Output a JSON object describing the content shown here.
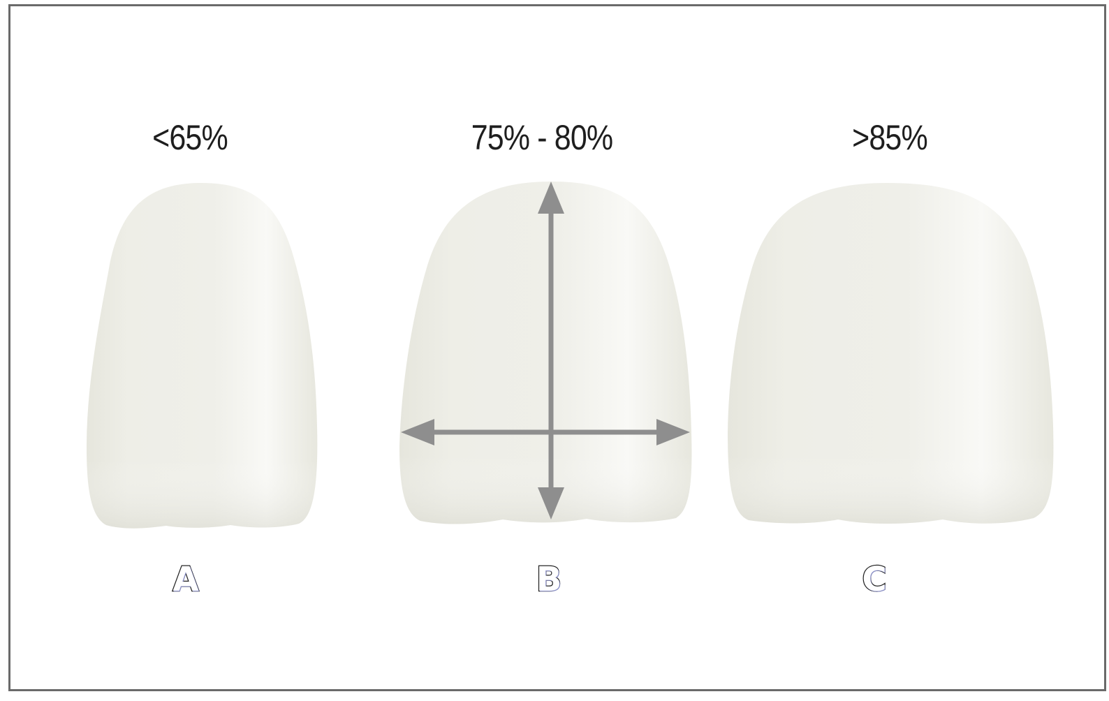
{
  "figure": {
    "teeth": [
      {
        "id": "A",
        "ratio_label": "<65%",
        "letter": "A"
      },
      {
        "id": "B",
        "ratio_label": "75% - 80%",
        "letter": "B",
        "has_measurement_arrows": true
      },
      {
        "id": "C",
        "ratio_label": ">85%",
        "letter": "C"
      }
    ],
    "colors": {
      "tooth_fill": "#ececE4",
      "tooth_highlight": "#f8f8f4",
      "arrow": "#8e8e8e",
      "border": "#6a6a6a",
      "text": "#1e1e1e"
    }
  }
}
